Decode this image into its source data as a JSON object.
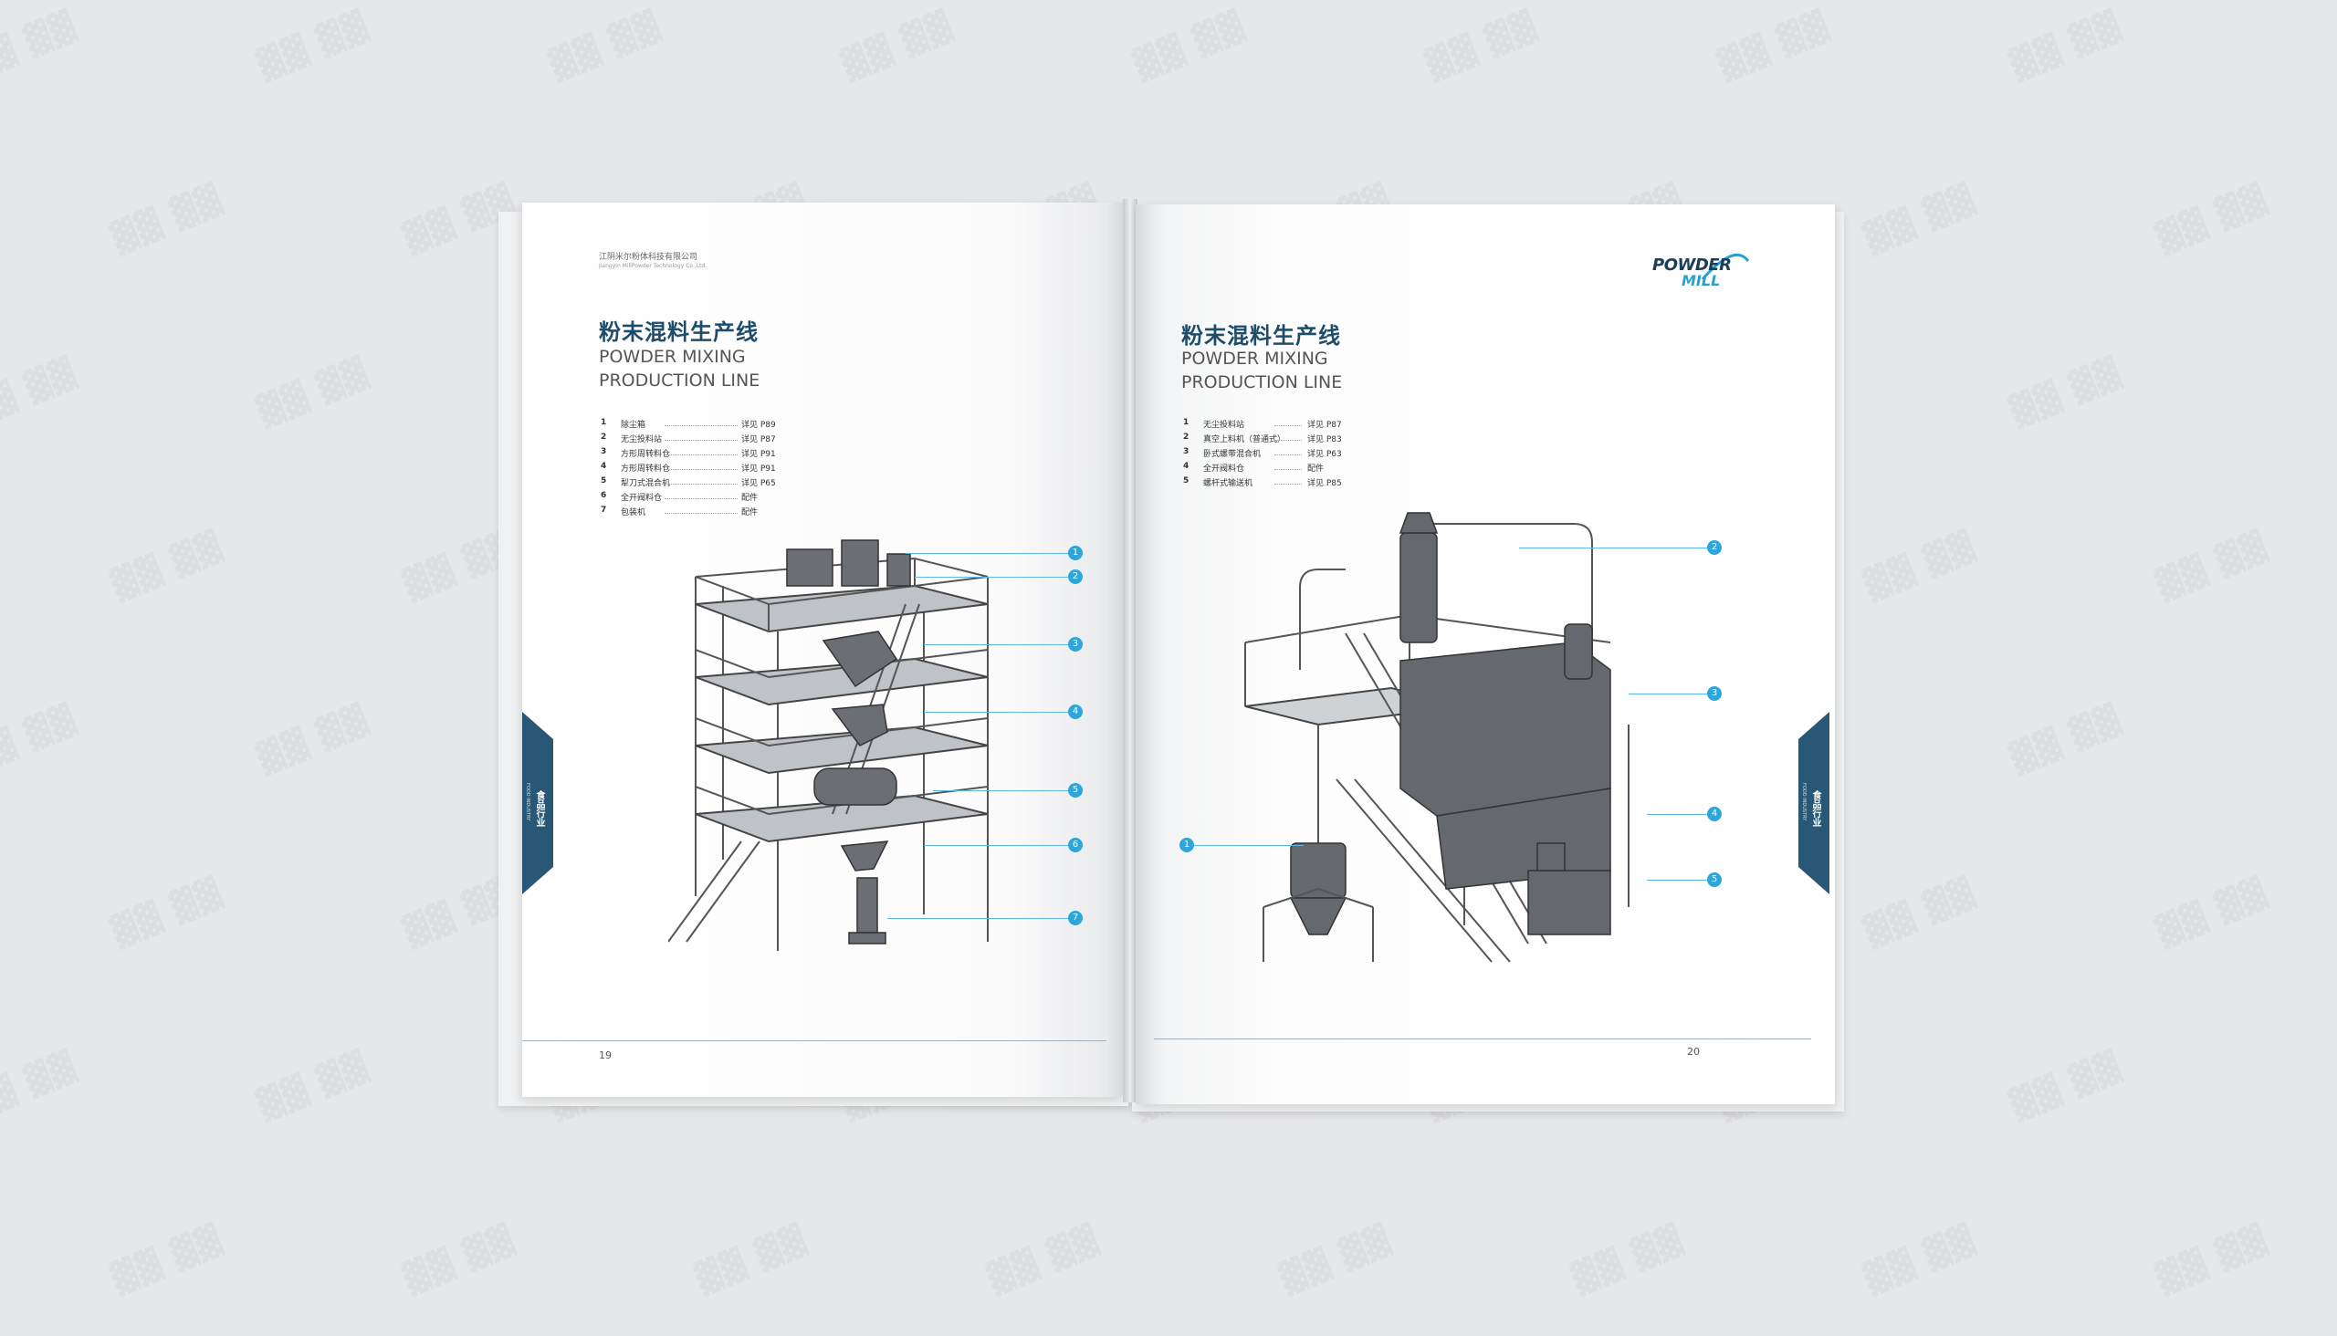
{
  "left_page": {
    "company_cn": "江阴米尔粉体科技有限公司",
    "company_en": "Jiangyin MillPowder Technology Co.,Ltd.",
    "title_cn": "粉末混料生产线",
    "title_en_1": "POWDER MIXING",
    "title_en_2": "PRODUCTION LINE",
    "parts": [
      {
        "num": "1",
        "name": "除尘箱",
        "ref": "详见 P89"
      },
      {
        "num": "2",
        "name": "无尘投料站",
        "ref": "详见 P87"
      },
      {
        "num": "3",
        "name": "方形周转料仓",
        "ref": "详见 P91"
      },
      {
        "num": "4",
        "name": "方形周转料仓",
        "ref": "详见 P91"
      },
      {
        "num": "5",
        "name": "犁刀式混合机",
        "ref": "详见 P65"
      },
      {
        "num": "6",
        "name": "全开阀料仓",
        "ref": "配件"
      },
      {
        "num": "7",
        "name": "包装机",
        "ref": "配件"
      }
    ],
    "callouts": [
      "1",
      "2",
      "3",
      "4",
      "5",
      "6",
      "7"
    ],
    "page_number": "19",
    "tab_label": "食品行业",
    "tab_sub": "FOOD INDUSTRY"
  },
  "right_page": {
    "logo_top": "POWDER",
    "logo_bottom": "MILL",
    "title_cn": "粉末混料生产线",
    "title_en_1": "POWDER MIXING",
    "title_en_2": "PRODUCTION LINE",
    "parts": [
      {
        "num": "1",
        "name": "无尘投料站",
        "ref": "详见 P87"
      },
      {
        "num": "2",
        "name": "真空上料机（普通式）",
        "ref": "详见 P83"
      },
      {
        "num": "3",
        "name": "卧式螺带混合机",
        "ref": "详见 P63"
      },
      {
        "num": "4",
        "name": "全开阀料仓",
        "ref": "配件"
      },
      {
        "num": "5",
        "name": "螺杆式输送机",
        "ref": "详见 P85"
      }
    ],
    "callouts": [
      "1",
      "2",
      "3",
      "4",
      "5"
    ],
    "page_number": "20",
    "tab_label": "食品行业",
    "tab_sub": "FOOD INDUSTRY"
  },
  "colors": {
    "accent": "#1e4d6b",
    "tab": "#295877",
    "callout": "#2fa6d9",
    "background": "#e6e7e9"
  }
}
